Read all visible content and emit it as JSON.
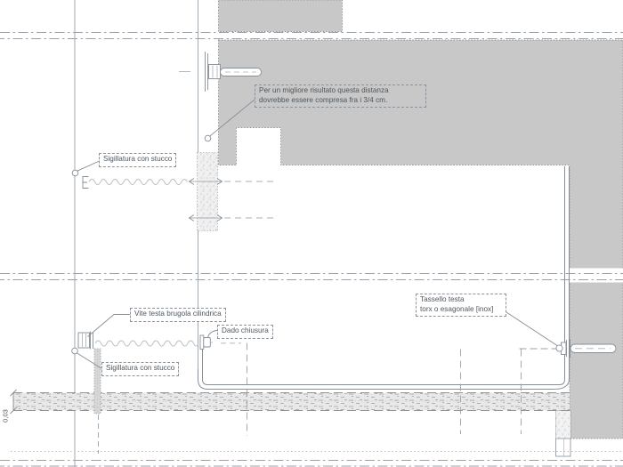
{
  "drawing": {
    "type": "architectural-detail-section",
    "callouts": {
      "distance_note": {
        "line1": "Per un migliore risultato questa distanza",
        "line2": "dovrebbe essere compresa fra i 3/4 cm."
      },
      "sealant_top": {
        "label": "Sigillatura con stucco"
      },
      "screw": {
        "label": "Vite testa brugola cilindrica"
      },
      "nut": {
        "label": "Dado chiusura"
      },
      "sealant_bottom": {
        "label": "Sigillatura con stucco"
      },
      "anchor": {
        "line1": "Tassello testa",
        "line2": "torx o esagonale [inox]"
      }
    },
    "dimensions": {
      "slab_thickness": "0,03"
    },
    "colors": {
      "wall_fill": "#c8c8c8",
      "slab_fill": "#e8e8e8",
      "line": "#878e95",
      "centerline": "#9aa1a8",
      "text": "#4e575f"
    }
  }
}
